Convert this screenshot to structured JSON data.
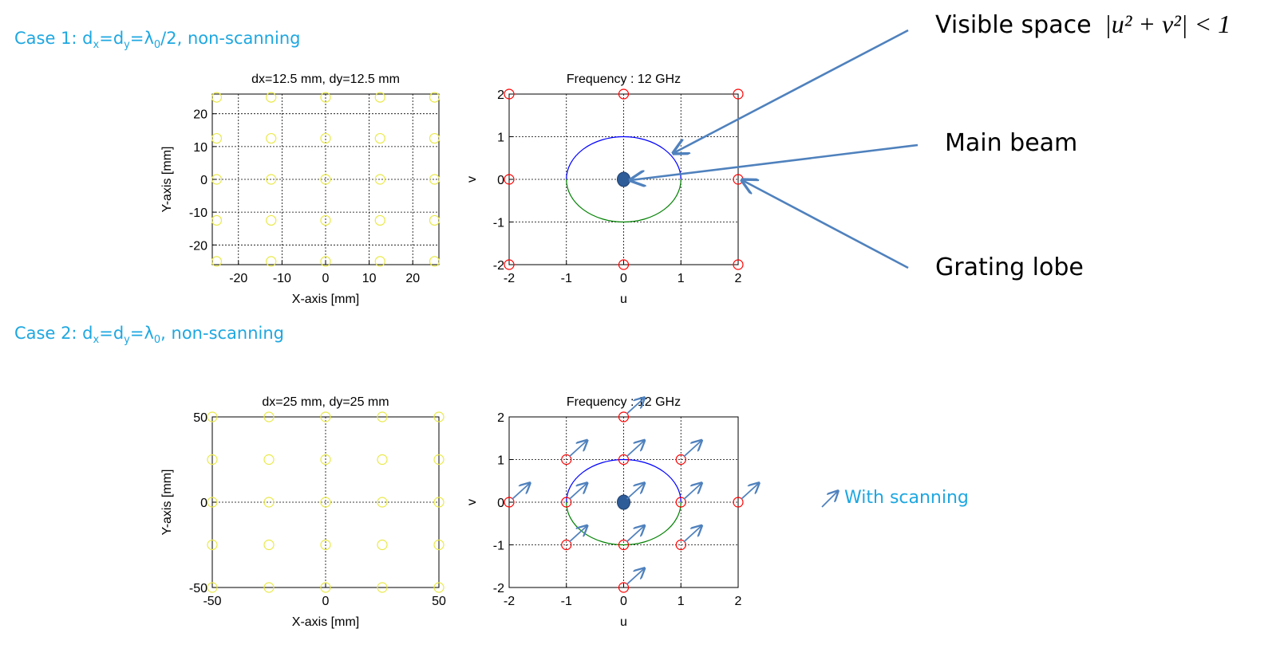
{
  "case1_title": {
    "prefix": "Case 1: d",
    "sub1": "x",
    "mid1": "=d",
    "sub2": "y",
    "mid2": "=λ",
    "sub3": "0",
    "suffix": "/2, non-scanning"
  },
  "case2_title": {
    "prefix": "Case 2: d",
    "sub1": "x",
    "mid1": "=d",
    "sub2": "y",
    "mid2": "=λ",
    "sub3": "0",
    "suffix": ", non-scanning"
  },
  "annotations": {
    "visible_space": "Visible space",
    "visible_space_eq": "|u² + v²| < 1",
    "main_beam": "Main beam",
    "grating_lobe": "Grating lobe",
    "with_scanning": "With scanning"
  },
  "colors": {
    "element_marker": "#e9e94a",
    "lobe_marker": "#ff0000",
    "circle_upper": "#0000ff",
    "circle_lower": "#008000",
    "arrow": "#4f81bd",
    "main_beam": "#2e5c99",
    "title_blue": "#1ea7e0"
  },
  "chart_data": [
    {
      "type": "scatter",
      "title": "dx=12.5 mm, dy=12.5 mm",
      "xlabel": "X-axis [mm]",
      "ylabel": "Y-axis [mm]",
      "xlim": [
        -26,
        26
      ],
      "ylim": [
        -26,
        26
      ],
      "xticks": [
        -20,
        -10,
        0,
        10,
        20
      ],
      "yticks": [
        -20,
        -10,
        0,
        10,
        20
      ],
      "grid": true,
      "marker_color": "#e9e94a",
      "x": [
        -25,
        -12.5,
        0,
        12.5,
        25
      ],
      "y": [
        -25,
        -12.5,
        0,
        12.5,
        25
      ]
    },
    {
      "type": "scatter",
      "title": "Frequency : 12 GHz",
      "xlabel": "u",
      "ylabel": "v",
      "xlim": [
        -2,
        2
      ],
      "ylim": [
        -2,
        2
      ],
      "xticks": [
        -2,
        -1,
        0,
        1,
        2
      ],
      "yticks": [
        -2,
        -1,
        0,
        1,
        2
      ],
      "grid": true,
      "grating_lobes": [
        [
          -2,
          2
        ],
        [
          0,
          2
        ],
        [
          2,
          2
        ],
        [
          -2,
          0
        ],
        [
          2,
          0
        ],
        [
          -2,
          -2
        ],
        [
          0,
          -2
        ],
        [
          2,
          -2
        ]
      ],
      "main_beam": [
        0,
        0
      ],
      "visible_circle_radius": 1
    },
    {
      "type": "scatter",
      "title": "dx=25 mm, dy=25 mm",
      "xlabel": "X-axis [mm]",
      "ylabel": "Y-axis [mm]",
      "xlim": [
        -50,
        50
      ],
      "ylim": [
        -50,
        50
      ],
      "xticks": [
        -50,
        0,
        50
      ],
      "yticks": [
        -50,
        0,
        50
      ],
      "grid": true,
      "marker_color": "#e9e94a",
      "x": [
        -50,
        -25,
        0,
        25,
        50
      ],
      "y": [
        -50,
        -25,
        0,
        25,
        50
      ]
    },
    {
      "type": "scatter",
      "title": "Frequency : 12 GHz",
      "xlabel": "u",
      "ylabel": "v",
      "xlim": [
        -2,
        2
      ],
      "ylim": [
        -2,
        2
      ],
      "xticks": [
        -2,
        -1,
        0,
        1,
        2
      ],
      "yticks": [
        -2,
        -1,
        0,
        1,
        2
      ],
      "grid": true,
      "grating_lobes": [
        [
          0,
          2
        ],
        [
          -1,
          1
        ],
        [
          0,
          1
        ],
        [
          1,
          1
        ],
        [
          -2,
          0
        ],
        [
          -1,
          0
        ],
        [
          1,
          0
        ],
        [
          2,
          0
        ],
        [
          -1,
          -1
        ],
        [
          0,
          -1
        ],
        [
          1,
          -1
        ],
        [
          0,
          -2
        ]
      ],
      "main_beam": [
        0,
        0
      ],
      "visible_circle_radius": 1,
      "scan_arrows_from": [
        [
          0,
          2
        ],
        [
          -1,
          1
        ],
        [
          0,
          1
        ],
        [
          1,
          1
        ],
        [
          -2,
          0
        ],
        [
          -1,
          0
        ],
        [
          0,
          0
        ],
        [
          1,
          0
        ],
        [
          2,
          0
        ],
        [
          -1,
          -1
        ],
        [
          0,
          -1
        ],
        [
          1,
          -1
        ],
        [
          0,
          -2
        ]
      ]
    }
  ]
}
